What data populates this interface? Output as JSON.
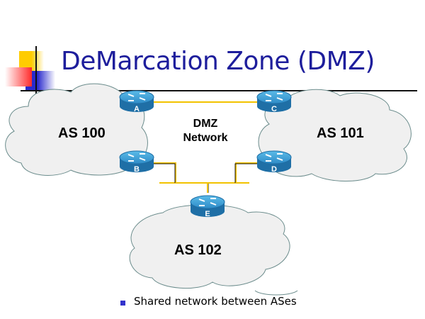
{
  "slide": {
    "title": "DeMarcation Zone (DMZ)",
    "bullets": [
      "Shared network between ASes"
    ]
  },
  "diagram": {
    "clouds": [
      {
        "id": "as100",
        "label": "AS 100"
      },
      {
        "id": "as101",
        "label": "AS 101"
      },
      {
        "id": "as102",
        "label": "AS 102"
      }
    ],
    "dmz": {
      "line1": "DMZ",
      "line2": "Network"
    },
    "routers": [
      {
        "id": "A",
        "label": "A"
      },
      {
        "id": "B",
        "label": "B"
      },
      {
        "id": "C",
        "label": "C"
      },
      {
        "id": "D",
        "label": "D"
      },
      {
        "id": "E",
        "label": "E"
      }
    ],
    "colors": {
      "link": "#f2c200",
      "router_top": "#3aa0d8",
      "router_side": "#1f6fa6",
      "cloud_fill": "#f0f0f0",
      "cloud_stroke": "#6b8c8c",
      "title": "#1e1e9c",
      "bullet": "#3333cc"
    }
  }
}
